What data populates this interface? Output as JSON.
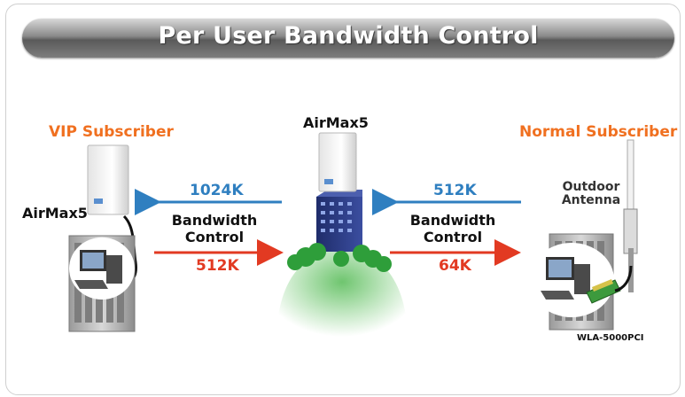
{
  "title": "Per User Bandwidth Control",
  "left": {
    "subscriber": "VIP Subscriber",
    "device": "AirMax5"
  },
  "center": {
    "device": "AirMax5"
  },
  "right": {
    "subscriber": "Normal Subscriber",
    "antenna_line1": "Outdoor",
    "antenna_line2": "Antenna",
    "card": "WLA-5000PCI"
  },
  "left_link": {
    "down_rate": "1024K",
    "label_line1": "Bandwidth",
    "label_line2": "Control",
    "up_rate": "512K"
  },
  "right_link": {
    "down_rate": "512K",
    "label_line1": "Bandwidth",
    "label_line2": "Control",
    "up_rate": "64K"
  },
  "colors": {
    "subscriber": "#f07020",
    "downstream": "#2f7fc0",
    "upstream": "#e23a22"
  }
}
